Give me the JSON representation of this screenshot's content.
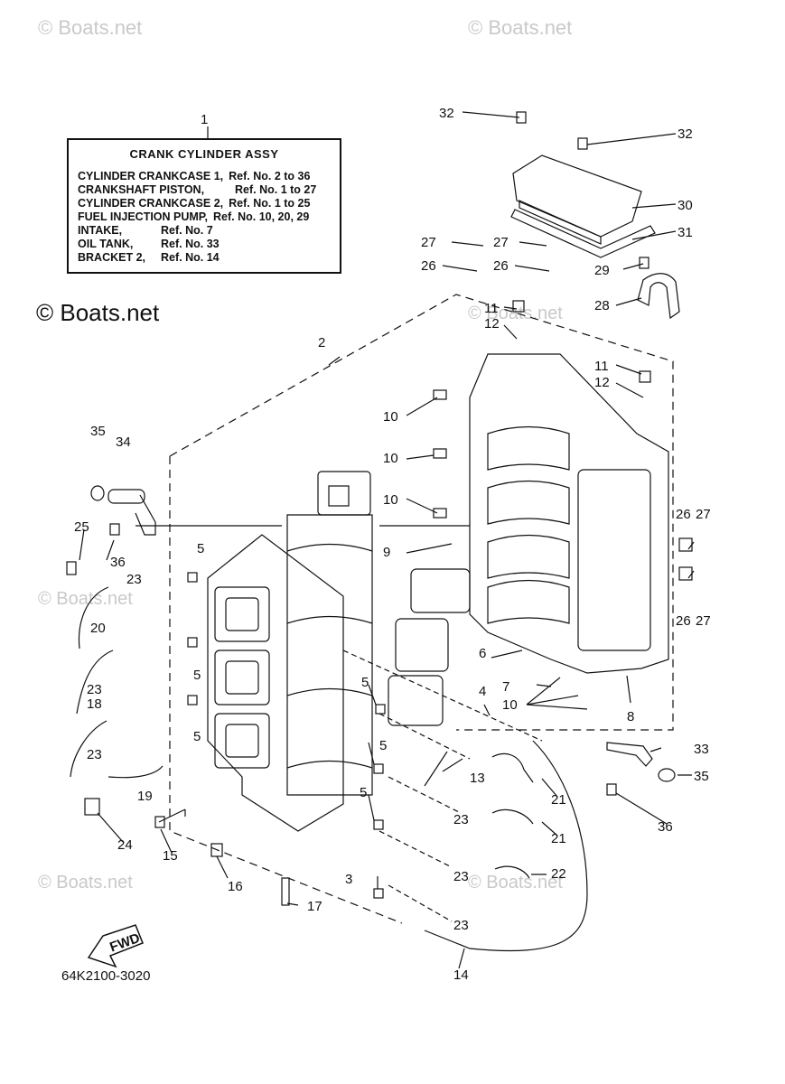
{
  "watermarks": {
    "top_left": "© Boats.net",
    "top_right": "© Boats.net",
    "mid_left": "© Boats.net",
    "mid_right": "© Boats.net",
    "bottom_left": "© Boats.net",
    "bottom_right": "© Boats.net"
  },
  "copyright": "© Boats.net",
  "legend": {
    "callout": "1",
    "title": "CRANK CYLINDER ASSY",
    "rows": [
      {
        "name": "CYLINDER CRANKCASE 1,",
        "ref": "Ref. No. 2 to 36"
      },
      {
        "name": "CRANKSHAFT PISTON,",
        "ref": "Ref. No. 1 to 27"
      },
      {
        "name": "CYLINDER CRANKCASE 2,",
        "ref": "Ref. No. 1 to 25"
      },
      {
        "name": "FUEL INJECTION PUMP,",
        "ref": "Ref. No. 10, 20, 29"
      },
      {
        "name": "INTAKE,",
        "ref": "Ref. No. 7"
      },
      {
        "name": "OIL TANK,",
        "ref": "Ref. No. 33"
      },
      {
        "name": "BRACKET 2,",
        "ref": "Ref. No. 14"
      }
    ]
  },
  "fwd_label": "FWD",
  "drawing_code": "64K2100-3020",
  "callouts": [
    "32",
    "32",
    "30",
    "31",
    "27",
    "27",
    "26",
    "26",
    "29",
    "28",
    "11",
    "12",
    "2",
    "11",
    "12",
    "10",
    "10",
    "10",
    "35",
    "34",
    "25",
    "36",
    "9",
    "5",
    "23",
    "20",
    "5",
    "23",
    "18",
    "5",
    "23",
    "19",
    "24",
    "15",
    "16",
    "17",
    "3",
    "5",
    "4",
    "13",
    "5",
    "5",
    "23",
    "23",
    "23",
    "14",
    "22",
    "21",
    "21",
    "7",
    "10",
    "6",
    "8",
    "26",
    "27",
    "26",
    "27",
    "33",
    "35",
    "36"
  ]
}
